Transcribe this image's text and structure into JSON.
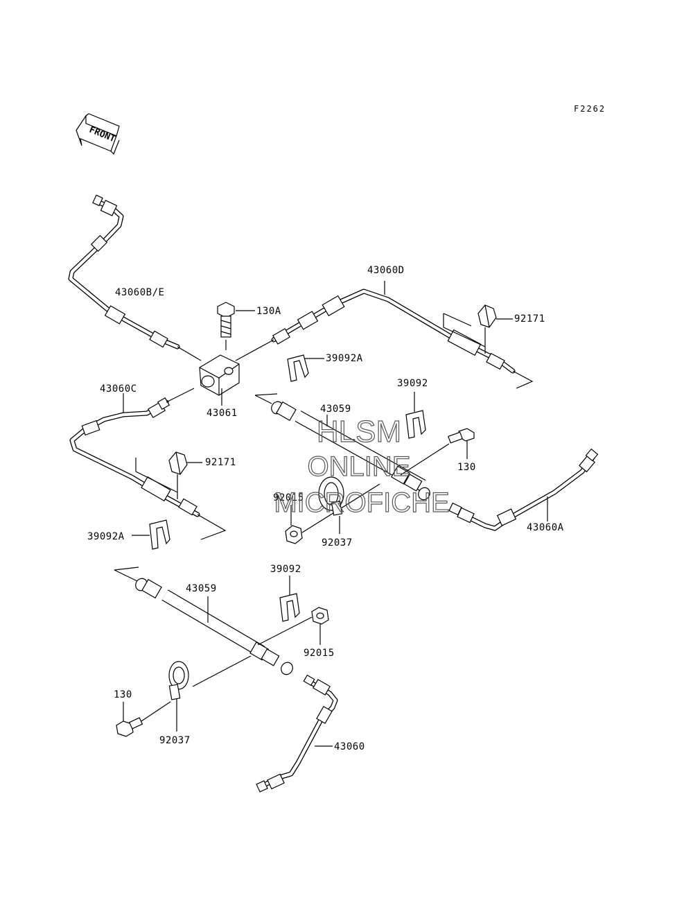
{
  "figure_code": "F2262",
  "front_arrow_text": "FRONT",
  "watermark": {
    "line1": "HLSM",
    "line2": "ONLINE",
    "line3": "MICROFICHE"
  },
  "labels": {
    "p43060BE": "43060B/E",
    "p43060D": "43060D",
    "p130A": "130A",
    "p92171_top": "92171",
    "p39092A_top": "39092A",
    "p39092_top": "39092",
    "p43060C": "43060C",
    "p43061": "43061",
    "p43059_top": "43059",
    "p130_right": "130",
    "p92171_left": "92171",
    "p92015_top": "92015",
    "p92037_top": "92037",
    "p43060A": "43060A",
    "p39092A_left": "39092A",
    "p39092_bottom": "39092",
    "p43059_bottom": "43059",
    "p92015_bottom": "92015",
    "p130_bottom": "130",
    "p92037_bottom": "92037",
    "p43060": "43060"
  }
}
